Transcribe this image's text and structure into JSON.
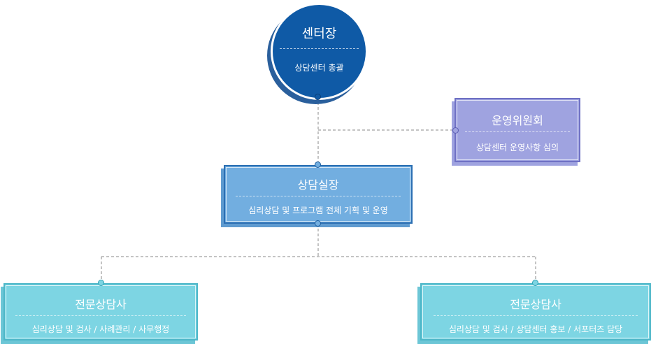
{
  "root": {
    "title": "센터장",
    "desc": "상담센터 총괄"
  },
  "committee": {
    "title": "운영위원회",
    "desc": "상담센터 운영사항 심의"
  },
  "head": {
    "title": "상담실장",
    "desc": "심리상담 및 프로그램 전체 기획 및 운영"
  },
  "counselor_left": {
    "title": "전문상담사",
    "desc": "심리상담 및 검사 / 사례관리 / 사무행정"
  },
  "counselor_right": {
    "title": "전문상담사",
    "desc": "심리상담 및 검사 / 상담센터 홍보 / 서포터즈 담당"
  },
  "colors": {
    "root": "#0f5aa6",
    "committee": "#9fa3e0",
    "head": "#72aee0",
    "counselor": "#7dd5e3",
    "connector": "#888888"
  }
}
